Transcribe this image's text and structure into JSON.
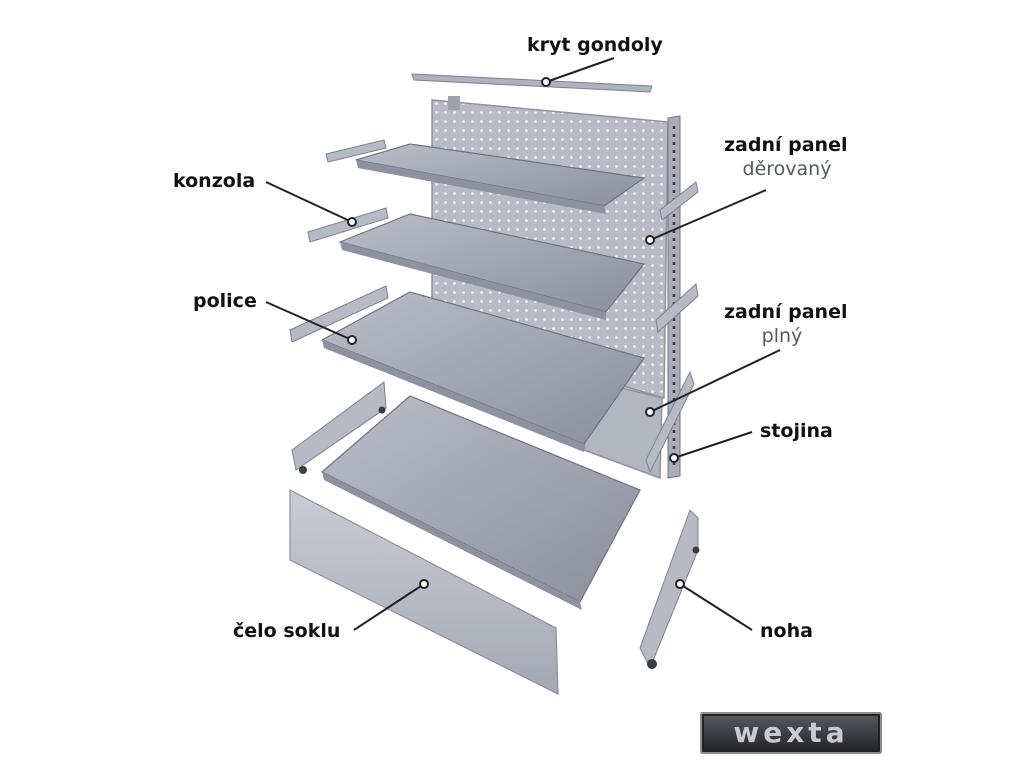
{
  "labels": {
    "kryt_gondoly": "kryt gondoly",
    "zadni_panel_1": "zadní panel",
    "derovany": "děrovaný",
    "konzola": "konzola",
    "police": "police",
    "zadni_panel_2": "zadní panel",
    "plny": "plný",
    "stojina": "stojina",
    "celo_soklu": "čelo soklu",
    "noha": "noha"
  },
  "logo": {
    "text": "wexta"
  },
  "colors": {
    "metal_light": "#c5c8d2",
    "metal_mid": "#a9adba",
    "metal_dark": "#7d8290",
    "leader": "#222222"
  }
}
